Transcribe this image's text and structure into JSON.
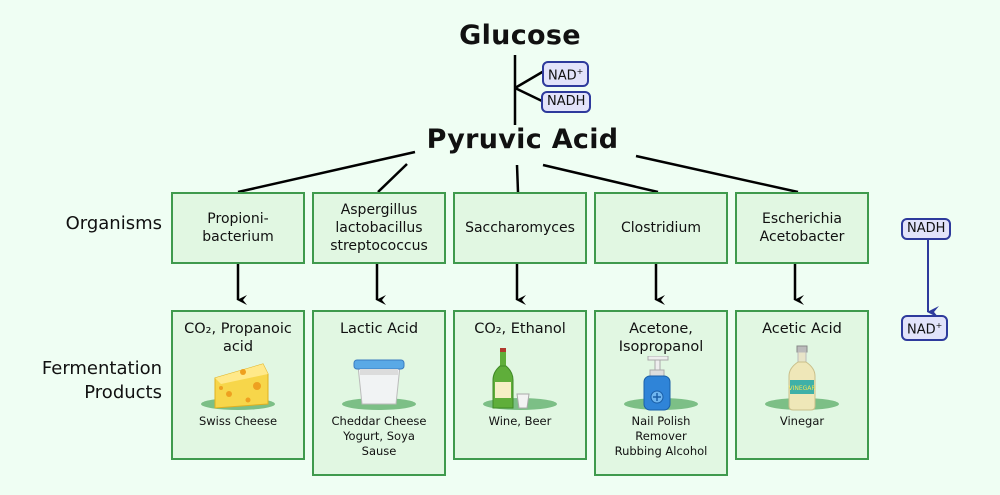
{
  "title": "Glucose",
  "intermediate": "Pyruvic Acid",
  "glycolysis_cofactors": {
    "input": {
      "label": "NAD",
      "sup": "+"
    },
    "output": {
      "label": "NADH"
    }
  },
  "side_legend": {
    "from": "NADH",
    "to": {
      "label": "NAD",
      "sup": "+"
    }
  },
  "row_labels": {
    "organisms": "Organisms",
    "products_line1": "Fermentation",
    "products_line2": "Products"
  },
  "columns": [
    {
      "organism": [
        "Propioni-",
        "bacterium"
      ],
      "product": [
        "CO₂, Propanoic",
        "acid"
      ],
      "illustration": "swiss-cheese-icon",
      "examples": [
        "Swiss Cheese"
      ]
    },
    {
      "organism": [
        "Aspergillus",
        "lactobacillus",
        "streptococcus"
      ],
      "product": [
        "Lactic Acid"
      ],
      "illustration": "yogurt-cup-icon",
      "examples": [
        "Cheddar Cheese",
        "Yogurt, Soya",
        "Sause"
      ]
    },
    {
      "organism": [
        "Saccharomyces"
      ],
      "product": [
        "CO₂, Ethanol"
      ],
      "illustration": "wine-bottle-icon",
      "examples": [
        "Wine, Beer"
      ]
    },
    {
      "organism": [
        "Clostridium"
      ],
      "product": [
        "Acetone,",
        "Isopropanol"
      ],
      "illustration": "sanitizer-pump-bottle-icon",
      "examples": [
        "Nail Polish",
        "Remover",
        "Rubbing Alcohol"
      ]
    },
    {
      "organism": [
        "Escherichia",
        "Acetobacter"
      ],
      "product": [
        "Acetic Acid"
      ],
      "illustration": "vinegar-bottle-icon",
      "examples": [
        "Vinegar"
      ]
    }
  ],
  "colors": {
    "background": "#effef3",
    "box_fill": "#e1f7e2",
    "box_border": "#3f9a4d",
    "tag_fill": "#e2e3fa",
    "tag_border": "#2e3a9c",
    "arrow_blue": "#2e3a9c"
  }
}
